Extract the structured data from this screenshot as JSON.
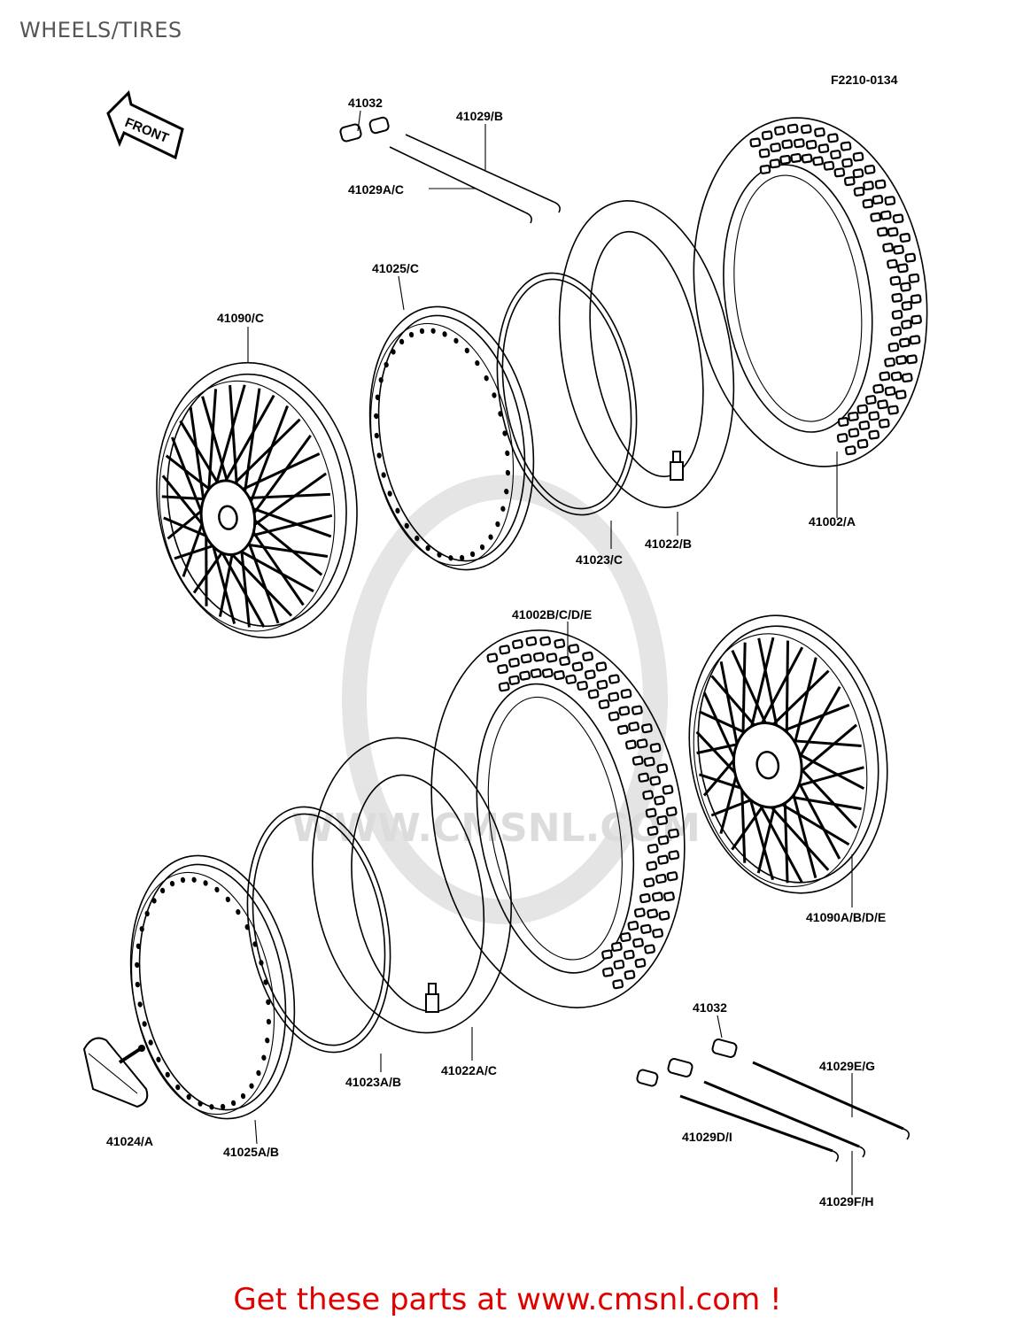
{
  "page": {
    "title": "WHEELS/TIRES",
    "figure_code": "F2210-0134",
    "front_arrow": "FRONT",
    "watermark": "WWW.CMSNL.COM",
    "cta": "Get these parts at www.cmsnl.com !"
  },
  "labels": {
    "p41032_top": "41032",
    "p41029b": "41029/B",
    "p41029ac": "41029A/C",
    "p41025c": "41025/C",
    "p41090c": "41090/C",
    "p41023c": "41023/C",
    "p41022b": "41022/B",
    "p41002a": "41002/A",
    "p41002bcde": "41002B/C/D/E",
    "p41090abde": "41090A/B/D/E",
    "p41032_bottom": "41032",
    "p41029eg": "41029E/G",
    "p41023ab": "41023A/B",
    "p41022ac": "41022A/C",
    "p41029di": "41029D/I",
    "p41024a": "41024/A",
    "p41025ab": "41025A/B",
    "p41029fh": "41029F/H"
  }
}
